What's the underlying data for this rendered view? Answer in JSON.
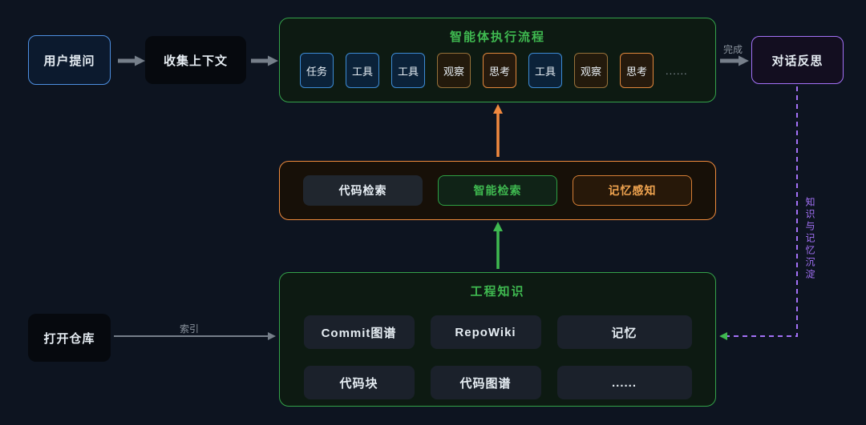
{
  "diagram": {
    "nodes": {
      "user_question": {
        "label": "用户提问"
      },
      "collect_context": {
        "label": "收集上下文"
      },
      "dialog_reflection": {
        "label": "对话反思"
      },
      "open_repo": {
        "label": "打开仓库"
      }
    },
    "agent_flow": {
      "title": "智能体执行流程",
      "chips": [
        {
          "label": "任务",
          "type": "blue"
        },
        {
          "label": "工具",
          "type": "blue"
        },
        {
          "label": "工具",
          "type": "blue"
        },
        {
          "label": "观察",
          "type": "amber"
        },
        {
          "label": "思考",
          "type": "orange"
        },
        {
          "label": "工具",
          "type": "blue"
        },
        {
          "label": "观察",
          "type": "amber"
        },
        {
          "label": "思考",
          "type": "orange"
        },
        {
          "label": "......",
          "type": "plain"
        }
      ]
    },
    "retrieval_layer": {
      "items": [
        {
          "label": "代码检索",
          "type": "dark"
        },
        {
          "label": "智能检索",
          "type": "green"
        },
        {
          "label": "记忆感知",
          "type": "orange"
        }
      ]
    },
    "knowledge_base": {
      "title": "工程知识",
      "items": [
        "Commit图谱",
        "RepoWiki",
        "记忆",
        "代码块",
        "代码图谱",
        "......"
      ]
    },
    "edge_labels": {
      "complete": "完成",
      "index": "索引",
      "knowledge_memory_flow": "知识与记忆沉淀"
    },
    "colors": {
      "background": "#0d1420",
      "green": "#3fb950",
      "orange": "#f0883e",
      "blue": "#58a6ff",
      "purple": "#a371f7",
      "gray": "#8b949e"
    }
  }
}
